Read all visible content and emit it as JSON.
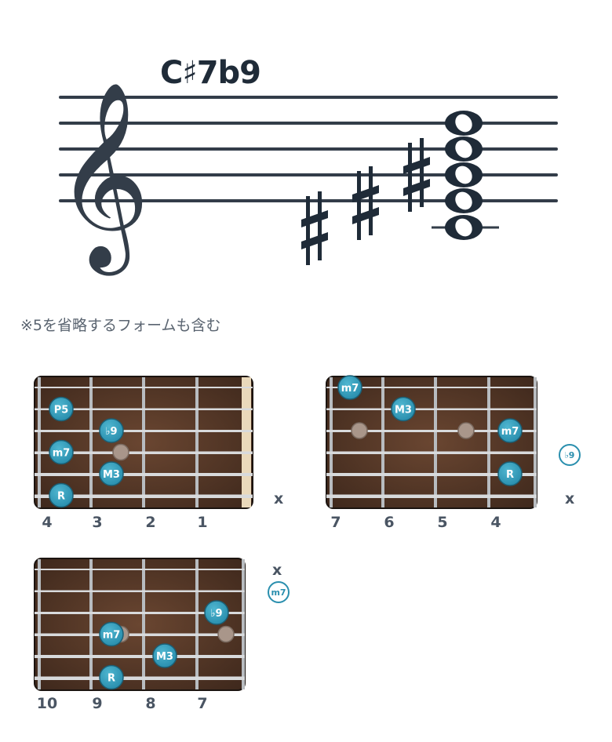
{
  "title": "C♯7b9",
  "note": "※5を省略するフォームも含む",
  "diagrams": [
    {
      "fret_labels": [
        "4",
        "3",
        "2",
        "1"
      ],
      "open_marker": "x",
      "outline_badge": "",
      "dots": [
        {
          "label": "P5",
          "string": 1,
          "col": 0
        },
        {
          "label": "♭9",
          "string": 2,
          "col": 1
        },
        {
          "label": "m7",
          "string": 3,
          "col": 0
        },
        {
          "label": "M3",
          "string": 4,
          "col": 1
        },
        {
          "label": "R",
          "string": 5,
          "col": 0
        }
      ],
      "ghosts": [
        {
          "string": 3,
          "col": 1
        }
      ]
    },
    {
      "fret_labels": [
        "7",
        "6",
        "5",
        "4"
      ],
      "open_marker": "x",
      "outline_badge": "♭9",
      "dots": [
        {
          "label": "m7",
          "string": 0,
          "col": 0
        },
        {
          "label": "M3",
          "string": 1,
          "col": 1
        },
        {
          "label": "m7",
          "string": 2,
          "col": 3
        },
        {
          "label": "R",
          "string": 4,
          "col": 3
        }
      ],
      "ghosts": [
        {
          "string": 2,
          "col": 0
        },
        {
          "string": 2,
          "col": 2
        }
      ]
    },
    {
      "fret_labels": [
        "10",
        "9",
        "8",
        "7"
      ],
      "open_marker": "x",
      "outline_badge": "m7",
      "dots": [
        {
          "label": "♭9",
          "string": 2,
          "col": 3
        },
        {
          "label": "m7",
          "string": 3,
          "col": 1
        },
        {
          "label": "M3",
          "string": 4,
          "col": 2
        },
        {
          "label": "R",
          "string": 5,
          "col": 1
        }
      ],
      "ghosts": [
        {
          "string": 3,
          "col": 1
        },
        {
          "string": 3,
          "col": 3
        }
      ]
    }
  ],
  "colors": {
    "ink": "#2f3a46",
    "dot_fill": "#2a8fae",
    "wood": "#4b3224"
  }
}
